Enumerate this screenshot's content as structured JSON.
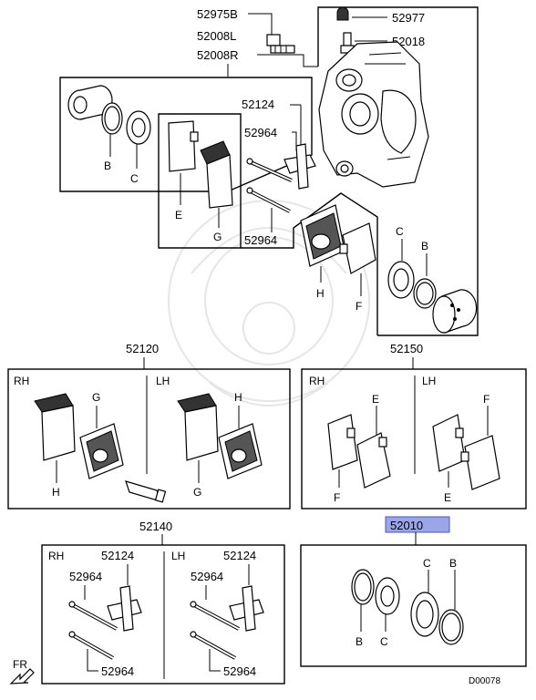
{
  "labels": {
    "p52975b": "52975B",
    "p52977": "52977",
    "p52008l": "52008L",
    "p52018": "52018",
    "p52008r": "52008R",
    "p52124": "52124",
    "p52964": "52964",
    "b": "B",
    "c": "C",
    "e": "E",
    "f": "F",
    "g": "G",
    "h": "H",
    "p52120": "52120",
    "p52150": "52150",
    "p52140": "52140",
    "p52010": "52010",
    "rh": "RH",
    "lh": "LH",
    "fr": "FR",
    "diagram_id": "D00078"
  },
  "colors": {
    "highlight_fill": "#9aa6e8",
    "highlight_border": "#4a58b8",
    "line": "#000000",
    "watermark": "#e6e6e6"
  }
}
